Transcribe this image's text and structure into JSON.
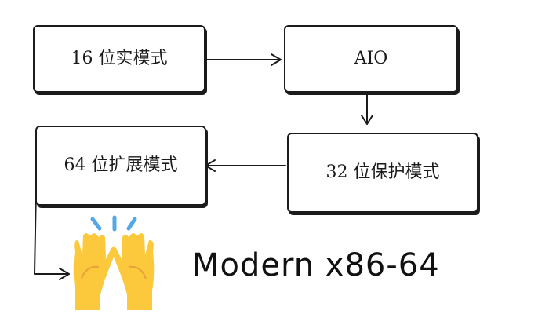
{
  "nodes": [
    {
      "id": "real",
      "label": "16 位实模式"
    },
    {
      "id": "aio",
      "label": "AIO"
    },
    {
      "id": "protected",
      "label": "32 位保护模式"
    },
    {
      "id": "long",
      "label": "64 位扩展模式"
    }
  ],
  "edges": [
    {
      "from": "real",
      "to": "aio"
    },
    {
      "from": "aio",
      "to": "protected"
    },
    {
      "from": "protected",
      "to": "long"
    },
    {
      "from": "long",
      "to": "modern"
    }
  ],
  "result": {
    "icon": "raising-hands-icon",
    "label": "Modern x86-64"
  },
  "colors": {
    "hands": "#fcc93c",
    "sparks": "#55a8e8",
    "stroke": "#1b1b1b"
  }
}
